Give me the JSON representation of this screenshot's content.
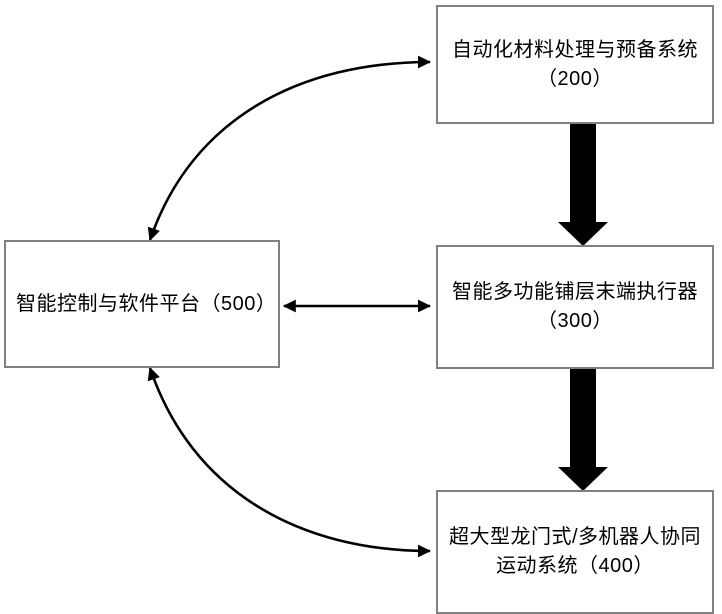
{
  "diagram": {
    "type": "flowchart",
    "title": "",
    "background_color": "#ffffff",
    "node_border_color": "#808080",
    "node_fill_color": "#ffffff",
    "arrow_color": "#000000",
    "nodes": [
      {
        "id": "500",
        "label": "智能控制与软件平台（500）",
        "ref": "500"
      },
      {
        "id": "200",
        "label": "自动化材料处理与预备系统\n（200）",
        "ref": "200"
      },
      {
        "id": "300",
        "label": "智能多功能铺层末端执行器\n（300）",
        "ref": "300"
      },
      {
        "id": "400",
        "label": "超大型龙门式/多机器人协同\n运动系统（400）",
        "ref": "400"
      }
    ],
    "edges": [
      {
        "id": "edge-500-200",
        "from": "500",
        "to": "200",
        "style": "curved-thin",
        "direction": "bidirectional"
      },
      {
        "id": "edge-500-300",
        "from": "500",
        "to": "300",
        "style": "straight-thin",
        "direction": "bidirectional"
      },
      {
        "id": "edge-500-400",
        "from": "500",
        "to": "400",
        "style": "curved-thin",
        "direction": "bidirectional"
      },
      {
        "id": "edge-200-300",
        "from": "200",
        "to": "300",
        "style": "block-arrow",
        "direction": "downward"
      },
      {
        "id": "edge-300-400",
        "from": "300",
        "to": "400",
        "style": "block-arrow",
        "direction": "downward"
      }
    ]
  }
}
